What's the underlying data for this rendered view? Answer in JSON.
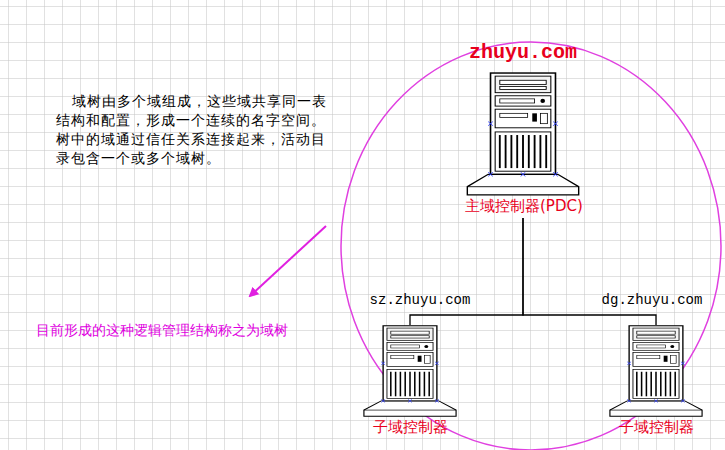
{
  "diagram": {
    "nodes": [
      {
        "text": [
          "zhuyu.com",
          "主域控制器(PDC)"
        ]
      },
      {
        "text": [
          "sz.zhuyu.com",
          "子域控制器"
        ]
      },
      {
        "text": [
          "dg.zhuyu.com",
          "子域控制器"
        ]
      }
    ],
    "edges": [
      {
        "from": 0,
        "to": 1,
        "arrow": "none"
      },
      {
        "from": 0,
        "to": 2,
        "arrow": "none"
      }
    ],
    "labels": [
      "域树由多个域组成，这些域共享同一表结构和配置，形成一个连续的名字空间。树中的域通过信任关系连接起来，活动目录包含一个或多个域树。",
      "目前形成的这种逻辑管理结构称之为域树"
    ]
  }
}
